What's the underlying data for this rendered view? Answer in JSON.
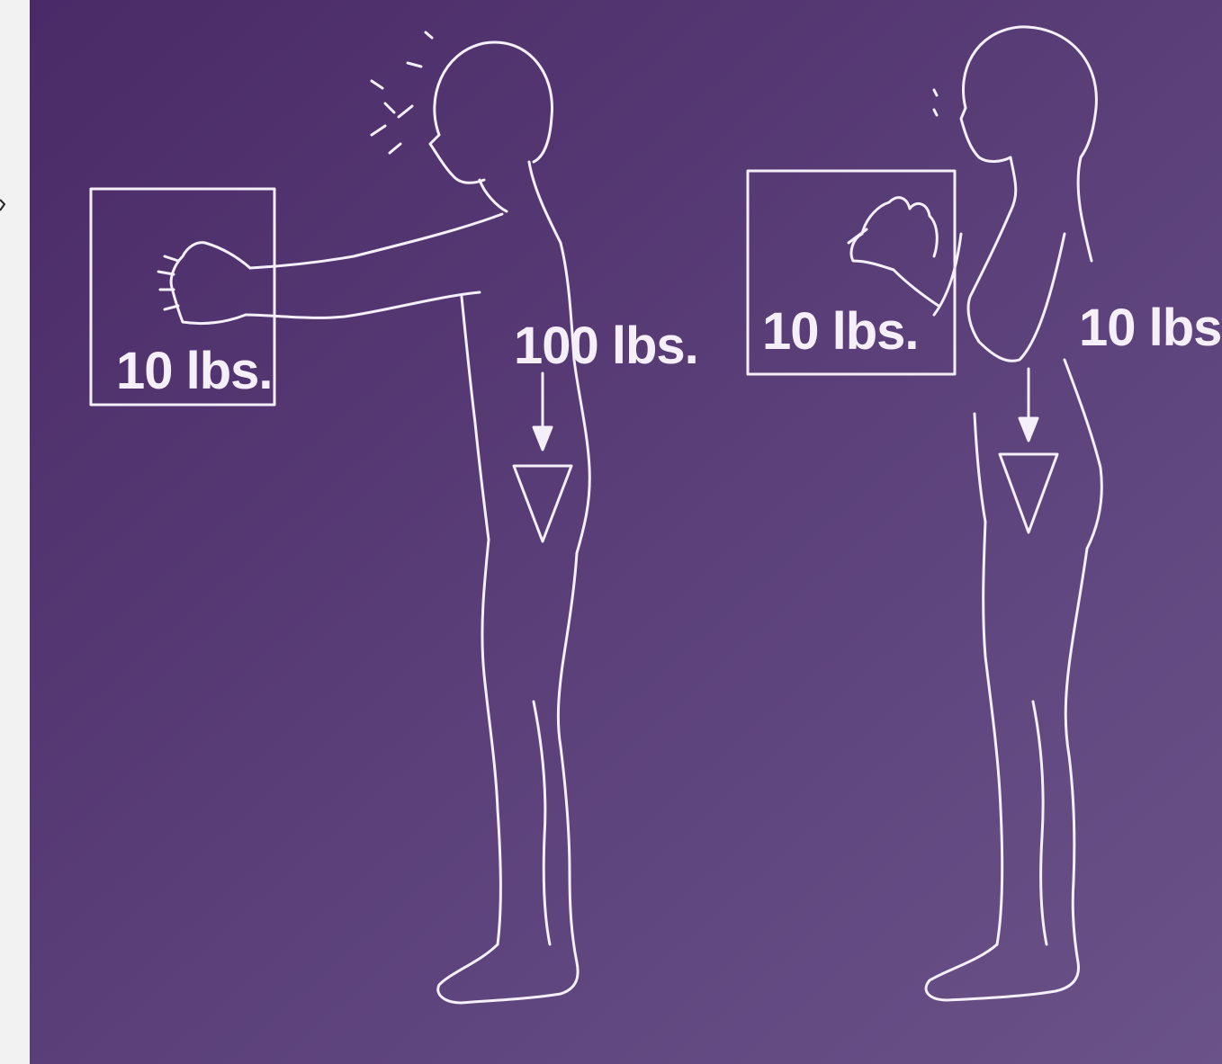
{
  "colors": {
    "background_dark": "#4a2a67",
    "background_light": "#6a5389",
    "line": "#f4eff8",
    "page_margin": "#f2f2f2"
  },
  "labels": {
    "left_object_weight": "10 lbs.",
    "left_body_weight": "100 lbs.",
    "right_object_weight": "10 lbs.",
    "right_body_weight": "10 lbs"
  }
}
